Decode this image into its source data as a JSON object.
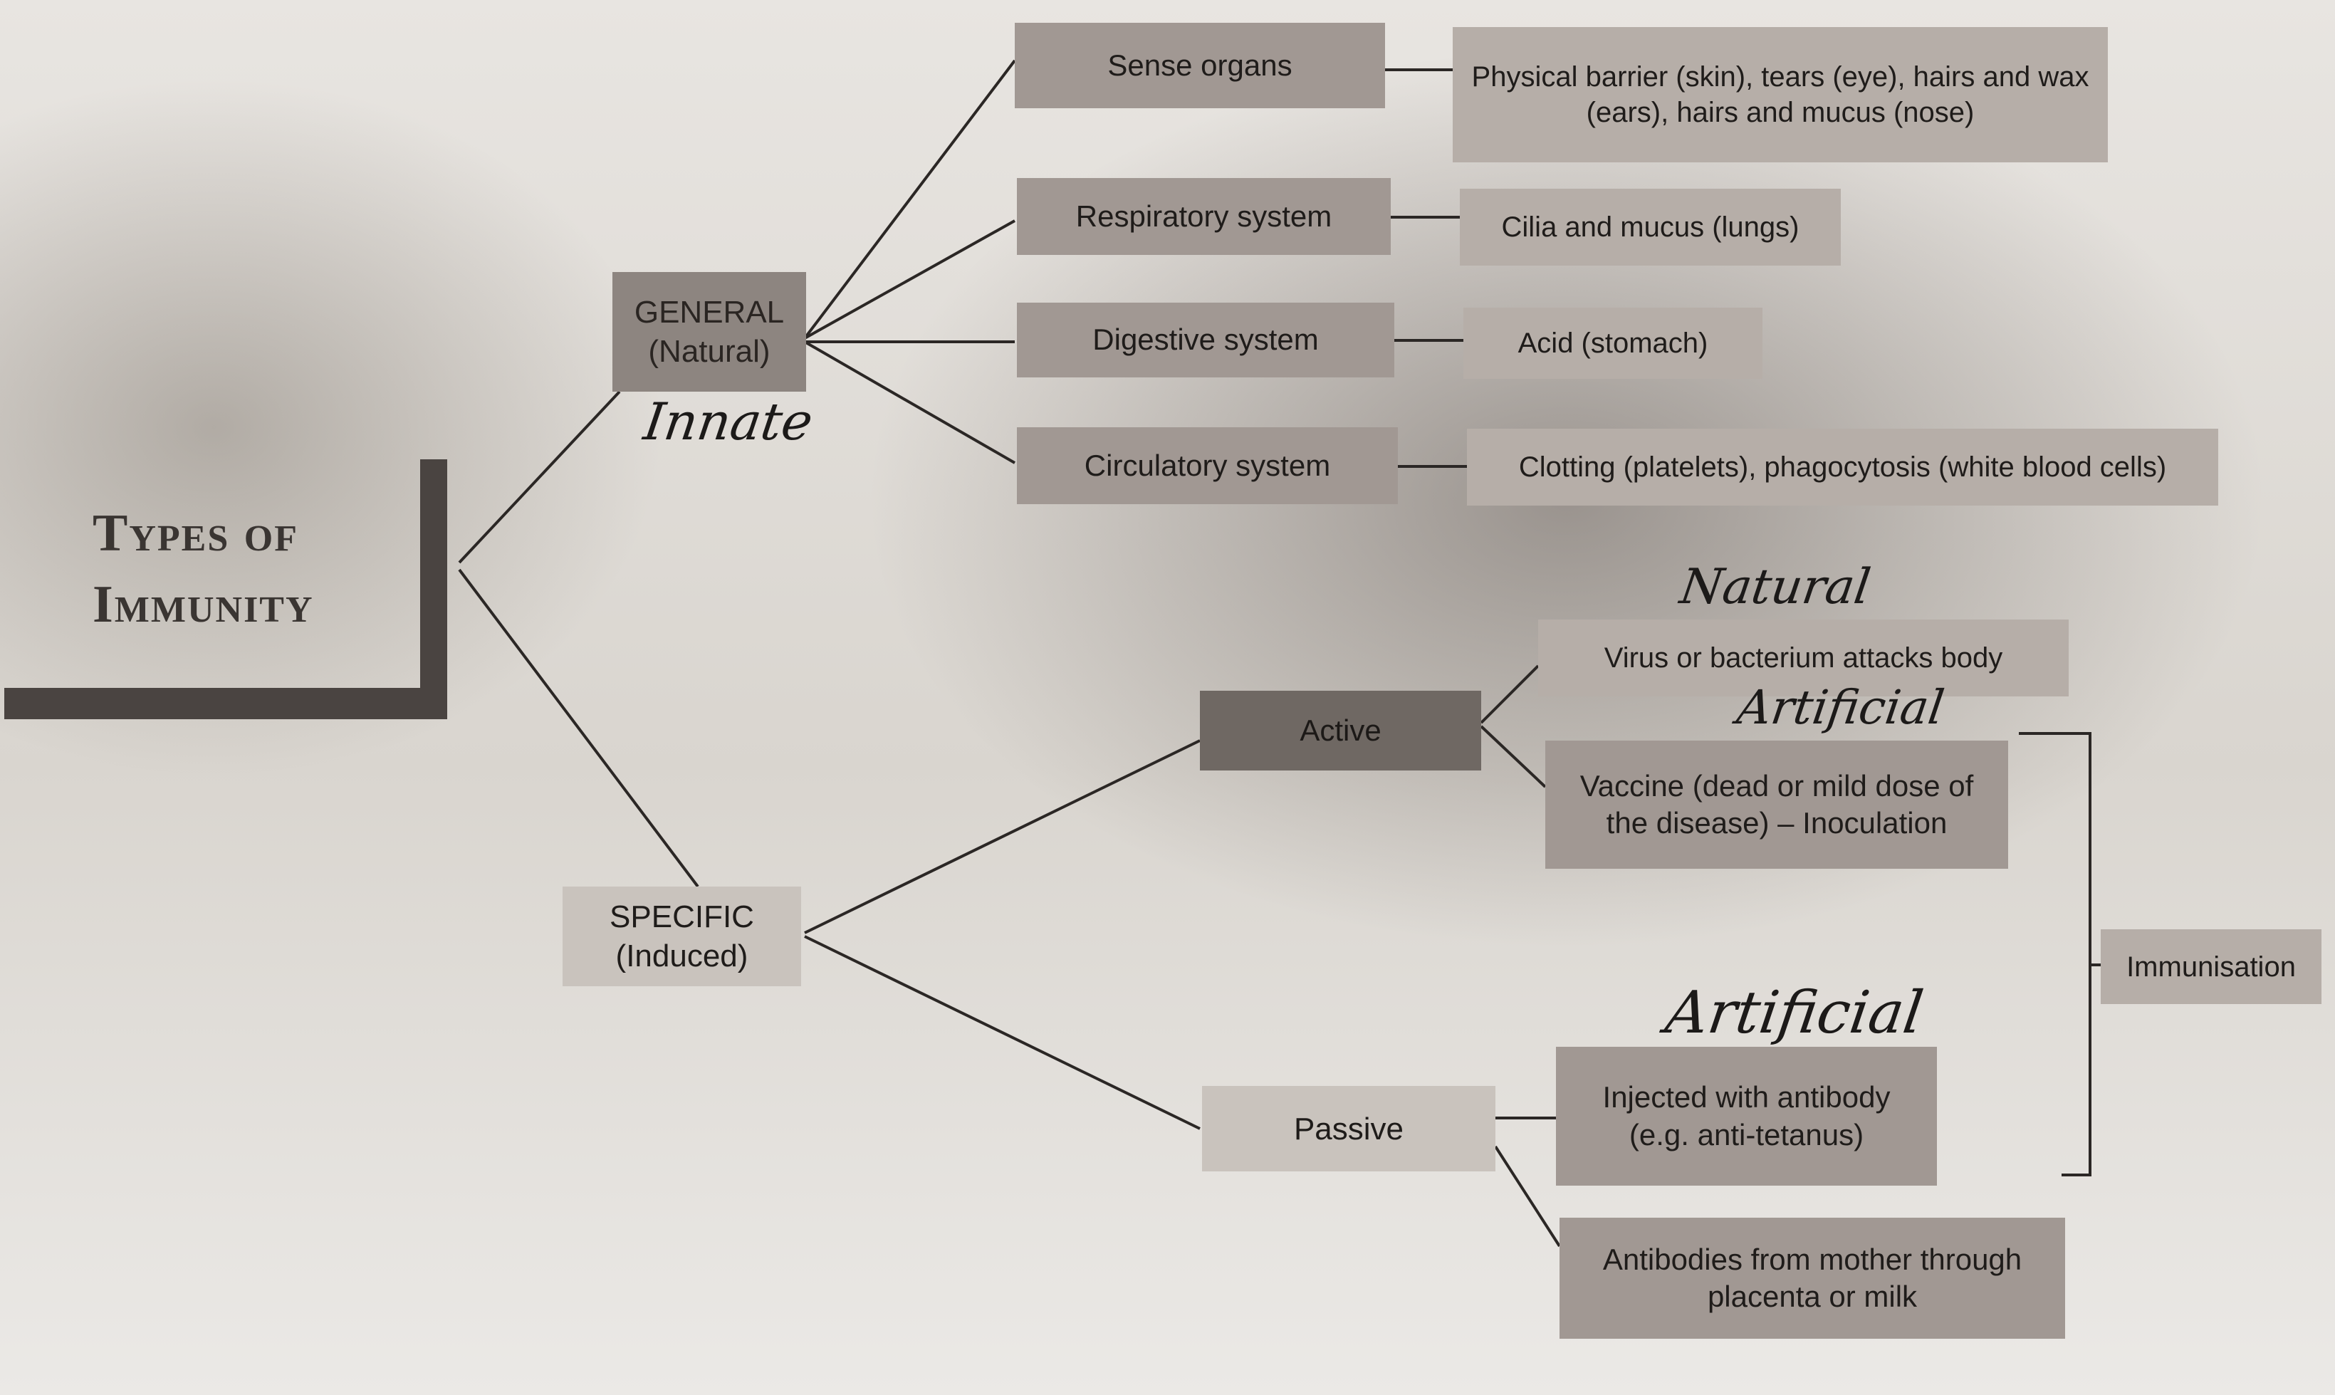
{
  "diagram": {
    "title": "Types of Immunity",
    "general": {
      "label": "GENERAL\n(Natural)",
      "annotation": "Innate"
    },
    "specific": {
      "label": "SPECIFIC\n(Induced)"
    },
    "systems": [
      {
        "name": "Sense organs",
        "detail": "Physical barrier (skin), tears (eye), hairs and wax (ears), hairs and mucus (nose)"
      },
      {
        "name": "Respiratory system",
        "detail": "Cilia and mucus (lungs)"
      },
      {
        "name": "Digestive system",
        "detail": "Acid (stomach)"
      },
      {
        "name": "Circulatory system",
        "detail": "Clotting (platelets), phagocytosis (white blood cells)"
      }
    ],
    "active": {
      "label": "Active",
      "natural": {
        "text": "Virus or bacterium attacks body",
        "annotation": "Natural"
      },
      "artificial": {
        "text": "Vaccine (dead or mild dose of the disease) – Inoculation",
        "annotation": "Artificial"
      }
    },
    "passive": {
      "label": "Passive",
      "injected": {
        "text": "Injected with antibody (e.g. anti-tetanus)",
        "annotation": "Artificial"
      },
      "mother": {
        "text": "Antibodies from mother through placenta or milk"
      }
    },
    "immunisation": "Immunisation"
  }
}
